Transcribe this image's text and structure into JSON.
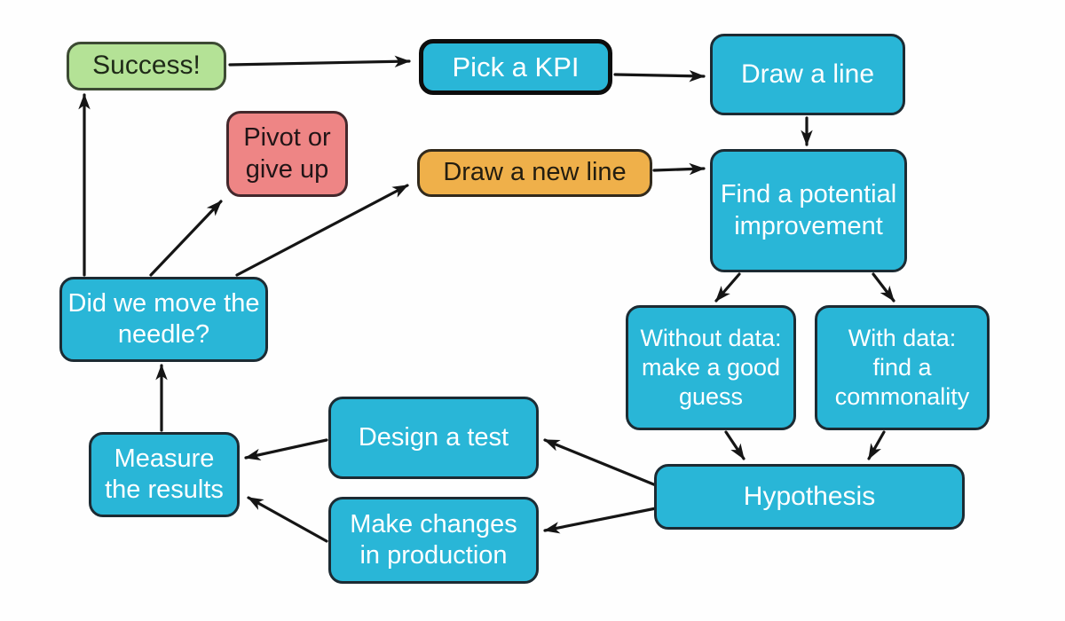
{
  "diagram": {
    "type": "flowchart",
    "background_color": "#fefefe",
    "colors": {
      "node_cyan_fill": "#29b6d7",
      "node_cyan_border": "#1c2b33",
      "node_green_fill": "#b4e296",
      "node_green_border": "#3c4a33",
      "node_red_fill": "#ee8585",
      "node_red_border": "#43282c",
      "node_orange_fill": "#efb04a",
      "node_orange_border": "#322a1c",
      "arrow_color": "#151515",
      "text_on_cyan": "#ffffff",
      "text_on_light": "#1f1f1f"
    },
    "nodes": {
      "success": {
        "label": "Success!",
        "color": "green"
      },
      "pick_kpi": {
        "label": "Pick a KPI",
        "color": "cyan",
        "emphasized_border": true
      },
      "draw_line": {
        "label": "Draw a line",
        "color": "cyan"
      },
      "pivot": {
        "lines": [
          "Pivot or",
          "give up"
        ],
        "color": "red"
      },
      "draw_new_line": {
        "label": "Draw a new line",
        "color": "orange"
      },
      "find_potential": {
        "lines": [
          "Find a potential",
          "improvement"
        ],
        "color": "cyan"
      },
      "did_we_move": {
        "lines": [
          "Did we move the",
          "needle?"
        ],
        "color": "cyan"
      },
      "without_data": {
        "lines": [
          "Without data:",
          "make a good",
          "guess"
        ],
        "color": "cyan"
      },
      "with_data": {
        "lines": [
          "With data:",
          "find a",
          "commonality"
        ],
        "color": "cyan"
      },
      "design_test": {
        "label": "Design a test",
        "color": "cyan"
      },
      "measure": {
        "lines": [
          "Measure",
          "the results"
        ],
        "color": "cyan"
      },
      "hypothesis": {
        "label": "Hypothesis",
        "color": "cyan"
      },
      "make_changes": {
        "lines": [
          "Make changes",
          "in production"
        ],
        "color": "cyan"
      }
    },
    "edges": [
      {
        "from": "success",
        "to": "pick_kpi"
      },
      {
        "from": "pick_kpi",
        "to": "draw_line"
      },
      {
        "from": "draw_line",
        "to": "find_potential"
      },
      {
        "from": "draw_new_line",
        "to": "find_potential"
      },
      {
        "from": "find_potential",
        "to": "without_data"
      },
      {
        "from": "find_potential",
        "to": "with_data"
      },
      {
        "from": "without_data",
        "to": "hypothesis"
      },
      {
        "from": "with_data",
        "to": "hypothesis"
      },
      {
        "from": "hypothesis",
        "to": "design_test"
      },
      {
        "from": "hypothesis",
        "to": "make_changes"
      },
      {
        "from": "design_test",
        "to": "measure"
      },
      {
        "from": "make_changes",
        "to": "measure"
      },
      {
        "from": "measure",
        "to": "did_we_move"
      },
      {
        "from": "did_we_move",
        "to": "success"
      },
      {
        "from": "did_we_move",
        "to": "pivot"
      },
      {
        "from": "did_we_move",
        "to": "draw_new_line"
      }
    ]
  }
}
